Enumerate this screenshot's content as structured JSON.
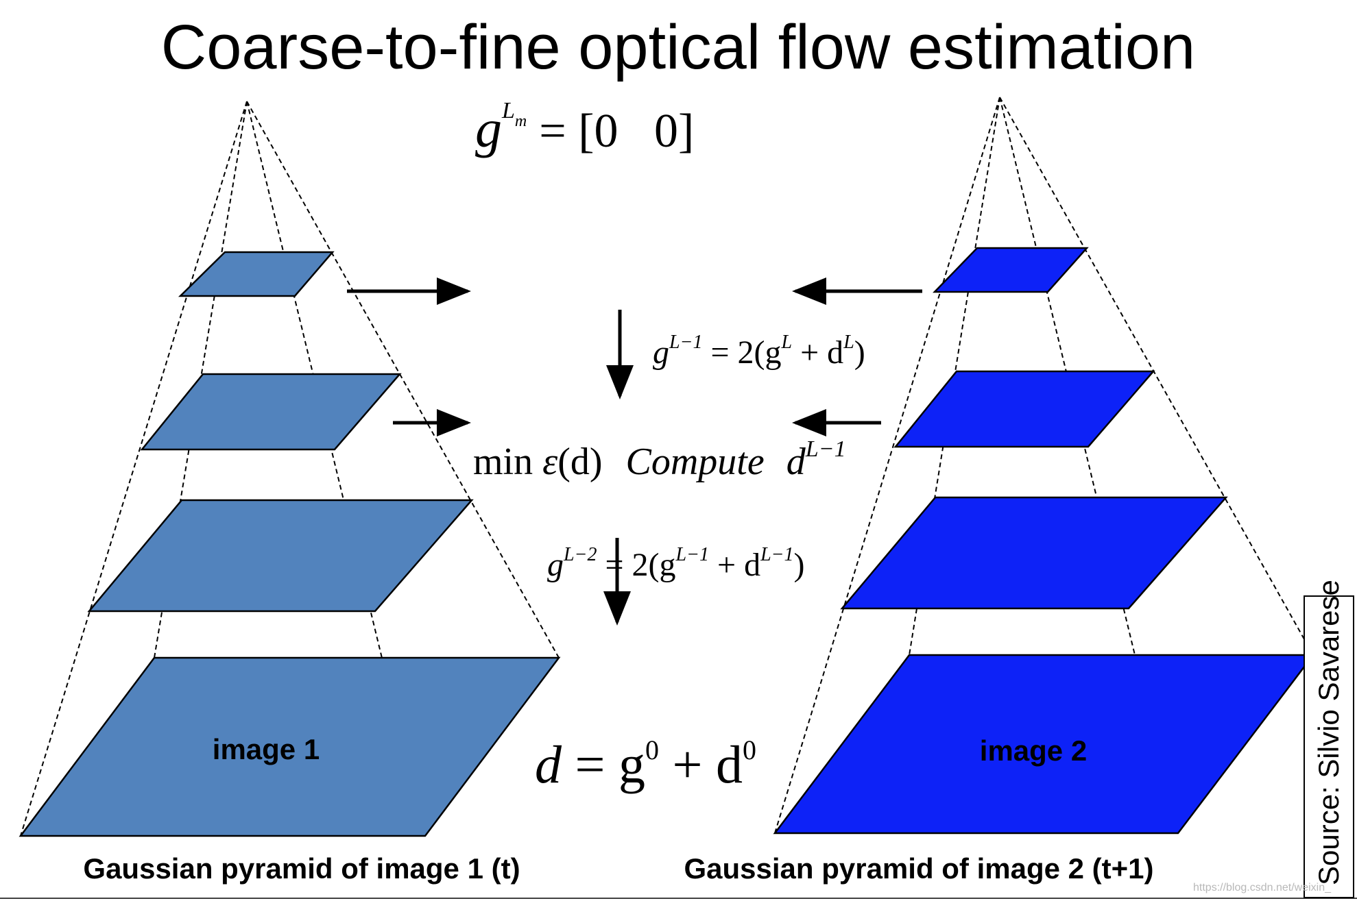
{
  "title": "Coarse-to-fine optical flow estimation",
  "colors": {
    "pyramid1": "#5283bd",
    "pyramid2": "#0d22f7",
    "background": "#ffffff",
    "ink": "#000000"
  },
  "pyramid1": {
    "image_label": "image 1",
    "caption": "Gaussian pyramid of image 1 (t)"
  },
  "pyramid2": {
    "image_label": "image 2",
    "caption": "Gaussian pyramid of image 2 (t+1)"
  },
  "equations": {
    "init": {
      "base": "g",
      "sup": "L",
      "sup_sub": "m",
      "rhs": "= [0   0]"
    },
    "step1": {
      "g": "g",
      "sup1": "L−1",
      "mid": " = 2(g",
      "sup2": "L",
      "plus": " + d",
      "sup3": "L",
      "close": ")"
    },
    "minimize": {
      "min": "min ",
      "eps": "ε",
      "arg": "(d)",
      "compute": "Compute",
      "d": "d",
      "sup": "L−1"
    },
    "step2": {
      "g": "g",
      "sup1": "L−2",
      "mid": " = 2(g",
      "sup2": "L−1",
      "plus": " + d",
      "sup3": "L−1",
      "close": ")"
    },
    "final": {
      "lhs": "d",
      "eq": " = g",
      "sup1": "0",
      "plus": " + d",
      "sup2": "0"
    }
  },
  "source": "Source: Silvio Savarese",
  "watermark": "https://blog.csdn.net/weixin_"
}
